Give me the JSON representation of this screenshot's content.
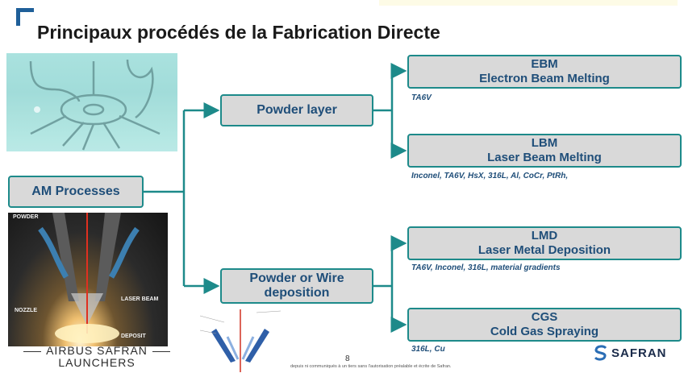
{
  "title": "Principaux procédés de la Fabrication Directe",
  "colors": {
    "accent": "#1d8a8a",
    "text_blue": "#1f4e79",
    "box_fill": "#d9d9d9",
    "title_mark": "#1f5f99"
  },
  "root": {
    "label": "AM Processes"
  },
  "branches": [
    {
      "label": "Powder layer"
    },
    {
      "label": "Powder or Wire deposition"
    }
  ],
  "processes": [
    {
      "acronym": "EBM",
      "name": "Electron Beam Melting",
      "materials": "TA6V"
    },
    {
      "acronym": "LBM",
      "name": "Laser Beam Melting",
      "materials": "Inconel, TA6V, HsX, 316L, Al, CoCr, PtRh,"
    },
    {
      "acronym": "LMD",
      "name": "Laser Metal Deposition",
      "materials": "TA6V, Inconel, 316L, material gradients"
    },
    {
      "acronym": "CGS",
      "name": "Cold Gas Spraying",
      "materials": "316L, Cu"
    }
  ],
  "photo_labels": {
    "powder": "POWDER",
    "laser_beam": "LASER BEAM",
    "nozzle": "NOZZLE",
    "deposit": "DEPOSIT"
  },
  "footer": {
    "page_number": "8",
    "notice": "depuis ni communiqués à un tiers sans l'autorisation préalable et écrite de Safran.",
    "airbus_line1": "AIRBUS SAFRAN",
    "airbus_line2": "LAUNCHERS",
    "safran": "SAFRAN"
  }
}
